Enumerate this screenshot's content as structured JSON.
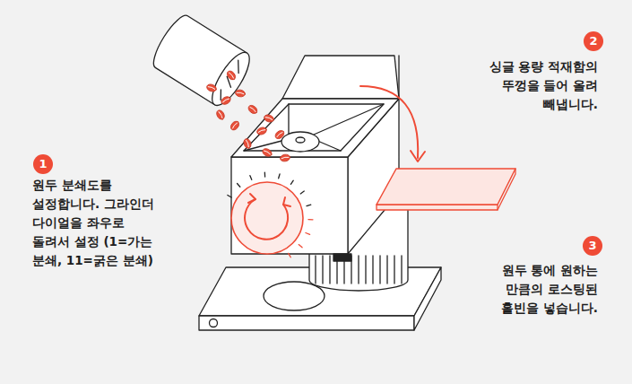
{
  "diagram": {
    "labels": [
      "1",
      "원두 분쇄도를 설정합니다. 그라인더 다이얼을 좌우로 돌려서 설정 (1=가는 분쇄, 11=굵은 분쇄)",
      "2",
      "싱글 용량 적재함의 뚜껑을 들어 올려 빼냅니다.",
      "3",
      "원두 통에 원하는 만큼의 로스팅된 홀빈을 넣습니다."
    ]
  }
}
